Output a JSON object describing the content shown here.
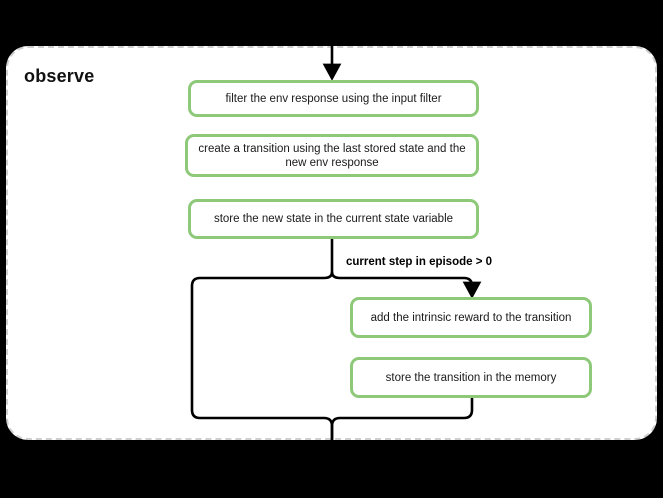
{
  "diagram": {
    "type": "flowchart",
    "group": {
      "title": "observe",
      "border_style": "dashed",
      "border_color": "#cfcfcf",
      "background": "#ffffff"
    },
    "accent_color": "#8ec97a",
    "edge_color": "#000000",
    "nodes": [
      {
        "id": "filter",
        "label": "filter the env response using the input filter"
      },
      {
        "id": "create",
        "label": "create a transition using the last stored state and the new env response"
      },
      {
        "id": "store_state",
        "label": "store the new state in the current state variable"
      },
      {
        "id": "intrinsic",
        "label": "add the intrinsic reward to the transition"
      },
      {
        "id": "store_memory",
        "label": "store the transition in the memory"
      }
    ],
    "edges": [
      {
        "id": "entry",
        "label": ""
      },
      {
        "id": "branch",
        "label": "current step in episode > 0"
      },
      {
        "id": "bypass",
        "label": ""
      },
      {
        "id": "merge_exit",
        "label": ""
      }
    ]
  }
}
